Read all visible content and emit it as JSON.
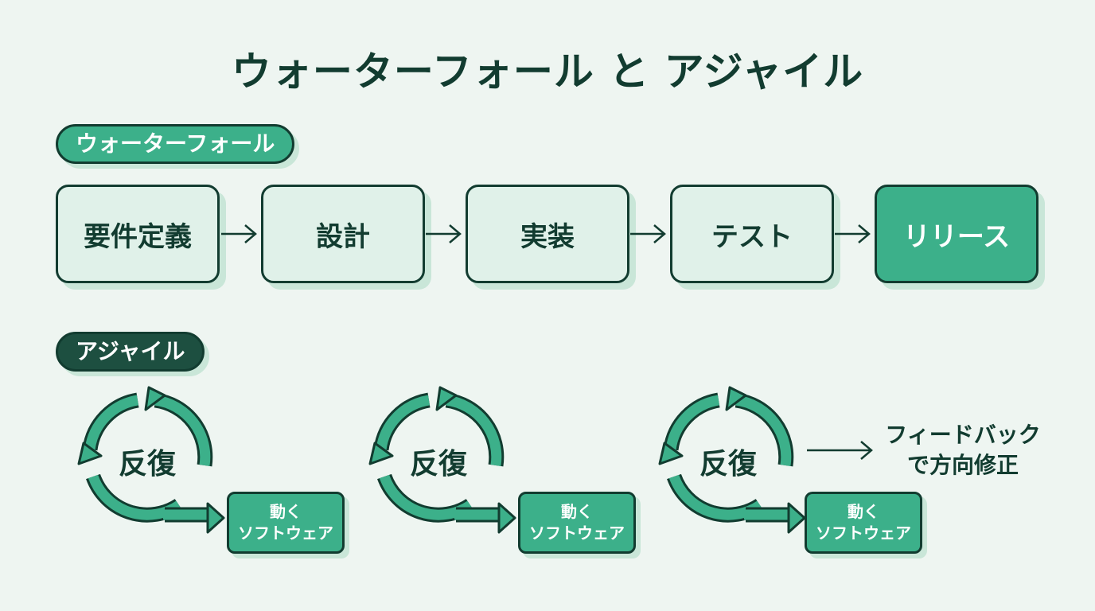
{
  "title": "ウォーターフォール と アジャイル",
  "waterfall": {
    "label": "ウォーターフォール",
    "steps": [
      "要件定義",
      "設計",
      "実装",
      "テスト",
      "リリース"
    ]
  },
  "agile": {
    "label": "アジャイル",
    "cycles": [
      {
        "label": "反復",
        "output_line1": "動く",
        "output_line2": "ソフトウェア"
      },
      {
        "label": "反復",
        "output_line1": "動く",
        "output_line2": "ソフトウェア"
      },
      {
        "label": "反復",
        "output_line1": "動く",
        "output_line2": "ソフトウェア"
      }
    ],
    "feedback_line1": "フィードバック",
    "feedback_line2": "で方向修正"
  },
  "colors": {
    "background": "#eef5f1",
    "dark": "#123c30",
    "green": "#3cb08a",
    "pale_green": "#e0f1e9"
  }
}
